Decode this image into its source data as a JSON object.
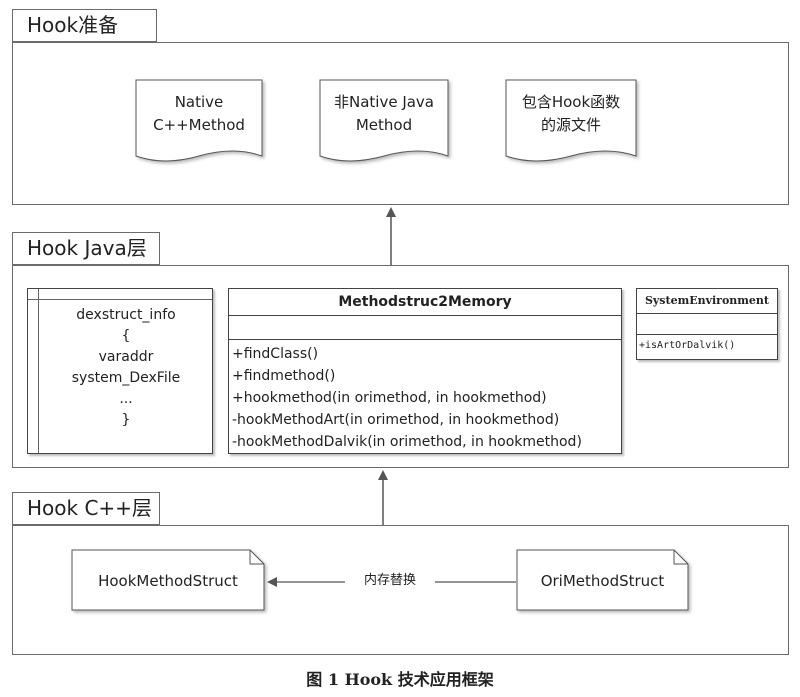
{
  "sections": {
    "prep": {
      "title": "Hook准备"
    },
    "java": {
      "title": "Hook Java层"
    },
    "cpp": {
      "title": "Hook C++层"
    }
  },
  "prep_docs": [
    {
      "line1": "Native",
      "line2": "C++Method"
    },
    {
      "line1": "非Native Java",
      "line2": "Method"
    },
    {
      "line1": "包含Hook函数",
      "line2": "的源文件"
    }
  ],
  "dexstruct": {
    "lines": [
      "dexstruct_info",
      "{",
      "varaddr",
      "system_DexFile",
      "...",
      "}"
    ]
  },
  "methodstruc": {
    "title": "Methodstruc2Memory",
    "methods": [
      "+findClass()",
      "+findmethod()",
      "+hookmethod(in orimethod, in hookmethod)",
      "-hookMethodArt(in orimethod, in hookmethod)",
      "-hookMethodDalvik(in orimethod, in hookmethod)"
    ]
  },
  "sysenv": {
    "title": "SystemEnvironment",
    "methods": [
      "+isArtOrDalvik()"
    ]
  },
  "cpp_docs": {
    "left": "HookMethodStruct",
    "right": "OriMethodStruct",
    "arrow_label": "内存替换"
  },
  "caption": "图 1  Hook 技术应用框架"
}
